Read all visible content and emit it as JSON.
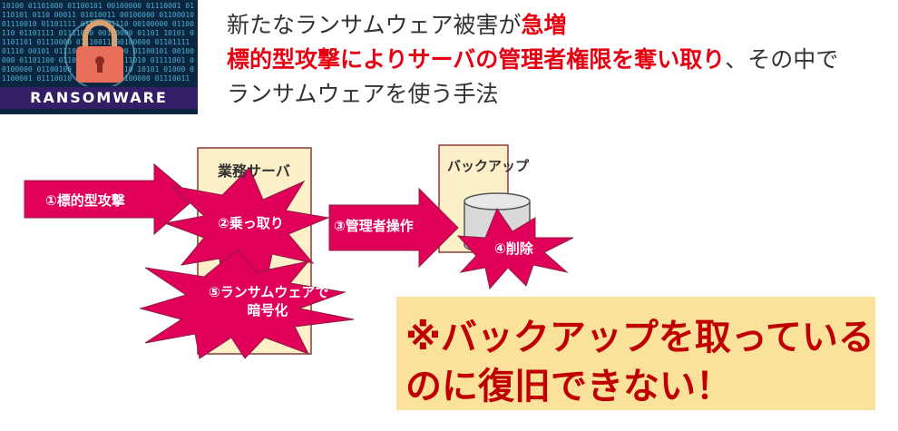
{
  "hero_image": {
    "caption": "RANSOMWARE",
    "bits": "10100 01101000 01100101 00100000 01110001 01110101 0110 00011 01010011 00100000 01100010 01110010 01101111 01110 01110 00100000 01100110 01101111 01111000 00100000 01101 10101 01101101 01110000 01110011 00100000 01101111 01110 00101 01110100 01101000 01100101 00100000 01101100 01100 01111 01111010 01111001 00100000 01100100 01101111 0110 10101 01000 01100001 01110010 01100101 00100000 01110011"
  },
  "header": {
    "line1_normal": "新たなランサムウェア被害が",
    "line1_emph": "急増",
    "line2_emph": "標的型攻撃によりサーバの管理者権限を奪い取り",
    "line2_normal": "、その中で",
    "line3": "ランサムウェアを使う手法"
  },
  "diagram": {
    "server_label": "業務サーバ",
    "backup_label": "バックアップ",
    "step1": "①標的型攻撃",
    "step2": "②乗っ取り",
    "step3": "③管理者操作",
    "step4": "④削除",
    "step5_line1": "⑤ランサムウェアで",
    "step5_line2": "暗号化"
  },
  "note": {
    "line1": "※バックアップを取っている",
    "line2": "のに復旧できない！"
  },
  "colors": {
    "accent": "#e0005a",
    "box_fill": "#fdf0c8",
    "box_border": "#8b3a3a",
    "note_bg": "#fbe29a",
    "note_text": "#c00000",
    "emph": "#e60012"
  }
}
